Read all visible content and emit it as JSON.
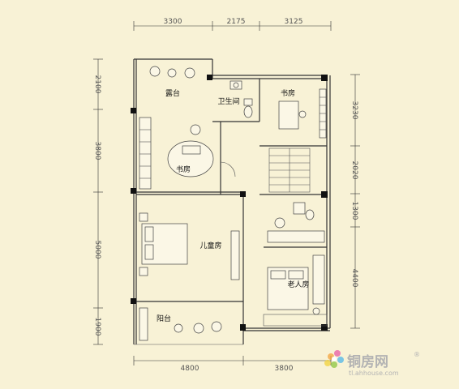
{
  "dimensions": {
    "top": [
      "3300",
      "2175",
      "3125"
    ],
    "bottom": [
      "4800",
      "3800"
    ],
    "left": [
      "2100",
      "3800",
      "5000",
      "1900"
    ],
    "right": [
      "3230",
      "2020",
      "1300",
      "4400"
    ]
  },
  "rooms": {
    "terrace": "露台",
    "bathroom": "卫生间",
    "study_right": "书房",
    "study_center": "书房",
    "kids_room": "儿童房",
    "elder_room": "老人房",
    "balcony": "阳台"
  },
  "watermark": {
    "brand": "铜房网",
    "registered": "®",
    "url": "tl.ahhouse.com"
  },
  "colors": {
    "background": "#f8f2d6",
    "walls": "#333333",
    "pillars": "#111111",
    "watermark": "#b3b3b3"
  }
}
